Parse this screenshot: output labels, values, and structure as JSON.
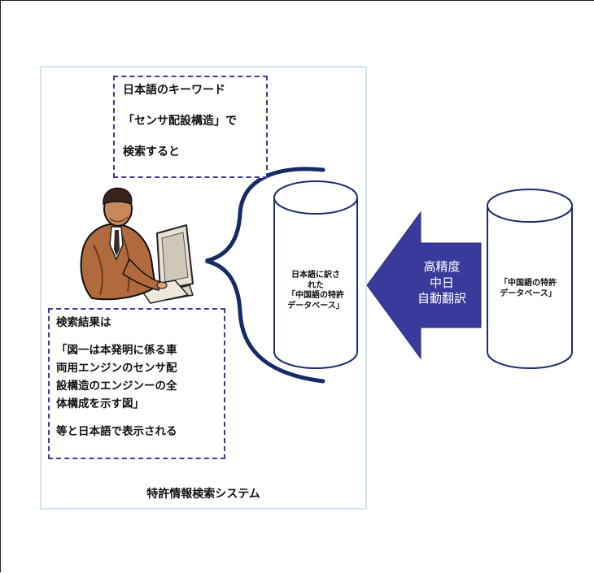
{
  "system_title": "特許情報検索システム",
  "keyword_box": {
    "line1": "日本語のキーワード",
    "line2": "「センサ配設構造」で",
    "line3": "検索すると"
  },
  "results_box": {
    "line1": "検索結果は",
    "line2": "「図一は本発明に係る車",
    "line3": "両用エンジンのセンサ配",
    "line4": "設構造のエンジンーの全",
    "line5": "体構成を示す図」",
    "line6": "等と日本語で表示される"
  },
  "jp_database": {
    "line1": "日本語に訳さ",
    "line2": "れた",
    "line3": "「中国語の特許",
    "line4": "データベース」"
  },
  "cn_database": {
    "line1": "「中国語の特許",
    "line2": "データベース」"
  },
  "translation_arrow": {
    "line1": "高精度",
    "line2": "中日",
    "line3": "自動翻訳"
  },
  "colors": {
    "arrow_fill": "#3a3a9c",
    "brace": "#162a66",
    "dashed_border": "#3a3aa0",
    "panel_border": "#cfe6f1",
    "person_suit": "#b06a3e"
  },
  "icons": [
    "person-at-computer-clipart",
    "cylinder-database-icon",
    "curly-brace",
    "left-arrow"
  ]
}
